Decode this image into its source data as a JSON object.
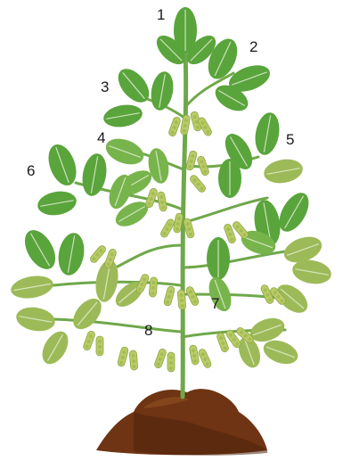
{
  "labels": {
    "n1": "1",
    "n2": "2",
    "n3": "3",
    "n4": "4",
    "n5": "5",
    "n6": "6",
    "n7": "7",
    "n8": "8"
  },
  "colors": {
    "stem": "#6fa84a",
    "leaf_dark": "#5aa43c",
    "leaf_mid": "#78b44c",
    "leaf_pale": "#9dba58",
    "vein": "#e6f1d8",
    "pod": "#b9cc66",
    "pod_edge": "#8fa645",
    "soil": "#6e3413",
    "soil_dark": "#4e230c",
    "soil_light": "#8a4a20"
  },
  "icons": {
    "plant": "soybean-plant-illustration",
    "soil": "soil-mound"
  }
}
